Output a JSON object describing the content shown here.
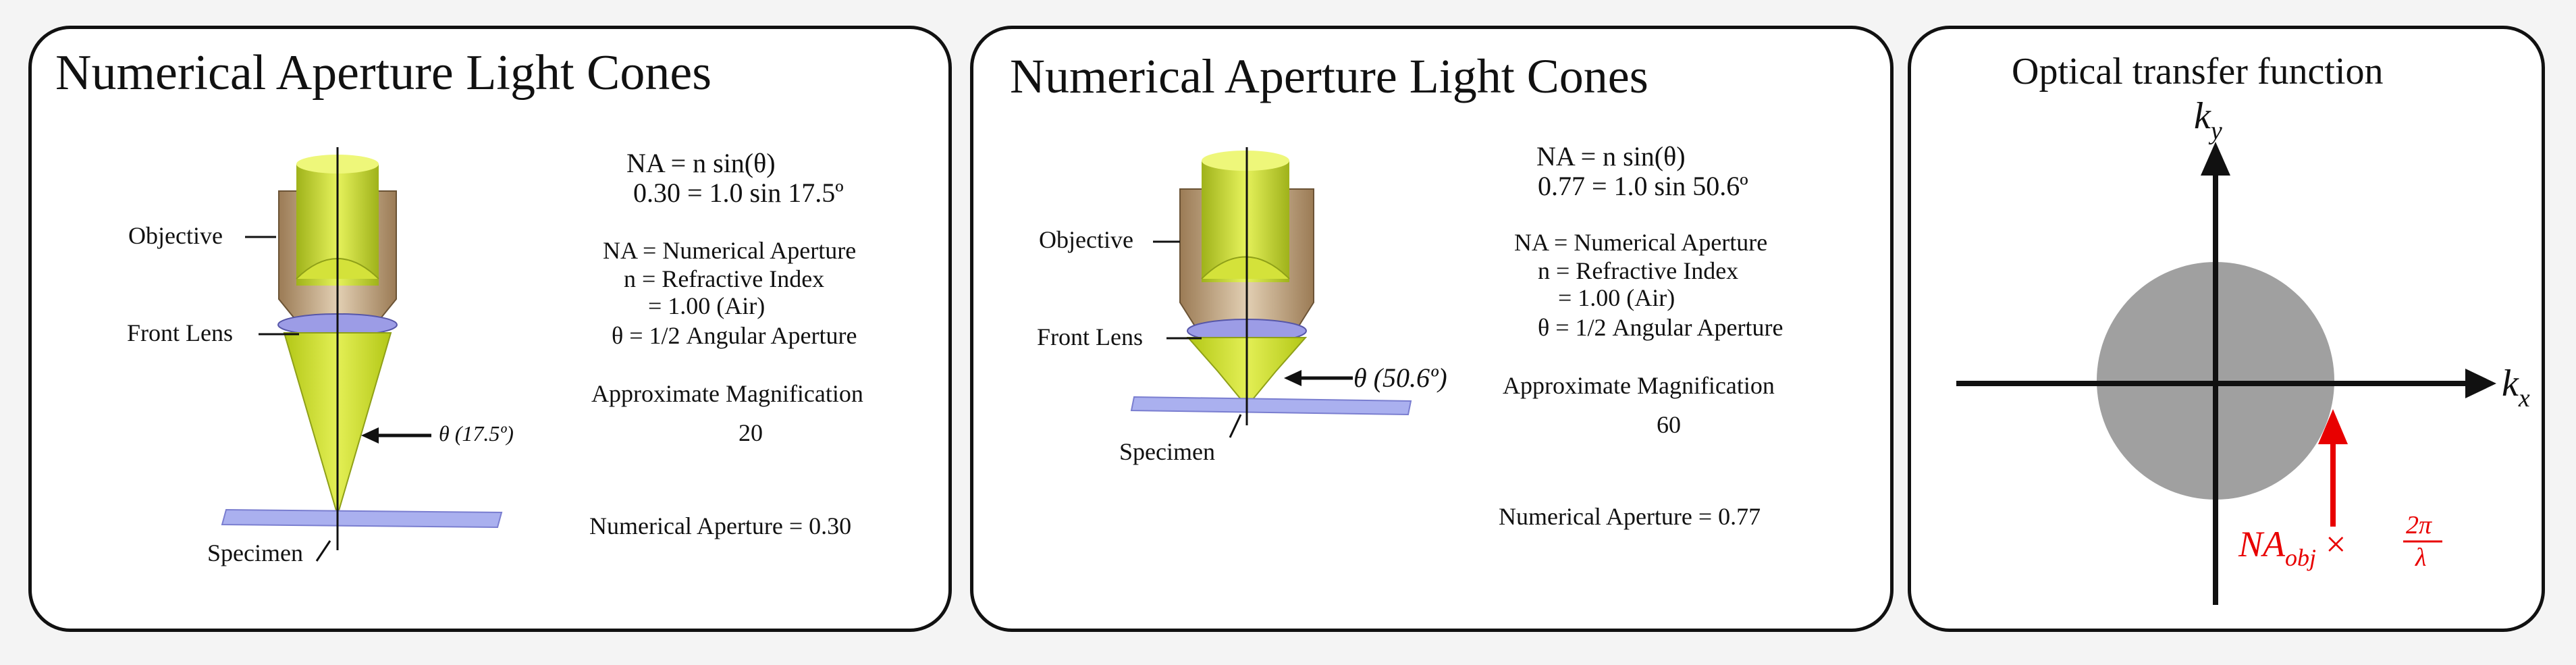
{
  "panels": [
    {
      "title": "Numerical Aperture Light Cones",
      "labels": {
        "objective": "Objective",
        "front_lens": "Front Lens",
        "specimen": "Specimen",
        "angle": "θ (17.5º)"
      },
      "formula_line1": "NA  = n sin(θ)",
      "formula_line2": "0.30 = 1.0 sin  17.5º",
      "legend": [
        "NA = Numerical Aperture",
        "n = Refractive Index",
        "= 1.00 (Air)",
        "θ = 1/2  Angular Aperture"
      ],
      "magnification_label": "Approximate Magnification",
      "magnification_value": "20",
      "na_text": "Numerical Aperture = 0.30",
      "half_angle_deg": 17.5
    },
    {
      "title": "Numerical Aperture Light Cones",
      "labels": {
        "objective": "Objective",
        "front_lens": "Front Lens",
        "specimen": "Specimen",
        "angle": "θ (50.6º)"
      },
      "formula_line1": "NA  = n sin(θ)",
      "formula_line2": "0.77 = 1.0 sin  50.6º",
      "legend": [
        "NA = Numerical Aperture",
        "n = Refractive Index",
        "= 1.00 (Air)",
        "θ = 1/2  Angular Aperture"
      ],
      "magnification_label": "Approximate Magnification",
      "magnification_value": "60",
      "na_text": "Numerical Aperture = 0.77",
      "half_angle_deg": 50.6
    }
  ],
  "otf": {
    "title": "Optical transfer function",
    "ky_label": "k",
    "ky_sub": "y",
    "kx_label": "k",
    "kx_sub": "x",
    "na_label": "NA",
    "na_sub": "obj",
    "times": "×",
    "frac_num": "2π",
    "frac_den": "λ"
  },
  "colors": {
    "cone_green": "#c6dc1e",
    "lens_purple": "#9c9ce6",
    "specimen_slide": "#aab0ef",
    "otf_disk": "#a0a0a0",
    "arrow_red": "#e80000"
  }
}
